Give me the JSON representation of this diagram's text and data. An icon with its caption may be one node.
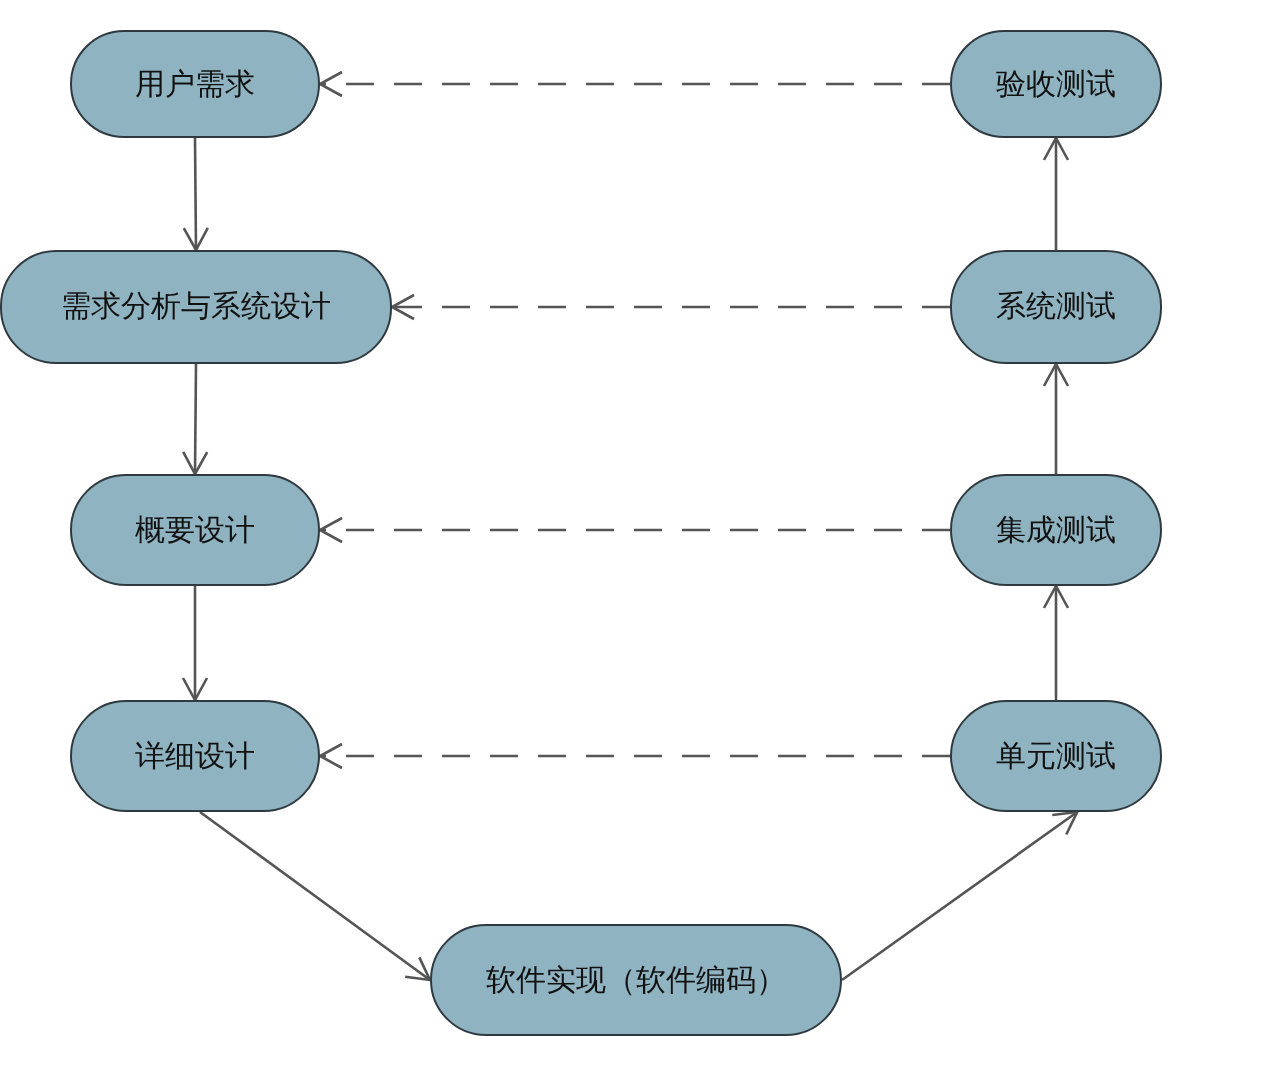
{
  "diagram": {
    "nodes": [
      {
        "text": [
          "用户需求"
        ]
      },
      {
        "text": [
          "需求分析与系统设计"
        ]
      },
      {
        "text": [
          "概要设计"
        ]
      },
      {
        "text": [
          "详细设计"
        ]
      },
      {
        "text": [
          "软件实现（软件编码）"
        ]
      },
      {
        "text": [
          "单元测试"
        ]
      },
      {
        "text": [
          "集成测试"
        ]
      },
      {
        "text": [
          "系统测试"
        ]
      },
      {
        "text": [
          "验收测试"
        ]
      }
    ],
    "edges": [
      {
        "from": 0,
        "to": 1,
        "arrow": "to"
      },
      {
        "from": 1,
        "to": 2,
        "arrow": "to"
      },
      {
        "from": 2,
        "to": 3,
        "arrow": "to"
      },
      {
        "from": 3,
        "to": 4,
        "arrow": "to"
      },
      {
        "from": 4,
        "to": 5,
        "arrow": "to"
      },
      {
        "from": 5,
        "to": 6,
        "arrow": "to"
      },
      {
        "from": 6,
        "to": 7,
        "arrow": "to"
      },
      {
        "from": 7,
        "to": 8,
        "arrow": "to"
      },
      {
        "from": 8,
        "to": 0,
        "arrow": "to",
        "style": "dashed"
      },
      {
        "from": 7,
        "to": 1,
        "arrow": "to",
        "style": "dashed"
      },
      {
        "from": 6,
        "to": 2,
        "arrow": "to",
        "style": "dashed"
      },
      {
        "from": 5,
        "to": 3,
        "arrow": "to",
        "style": "dashed"
      }
    ]
  }
}
